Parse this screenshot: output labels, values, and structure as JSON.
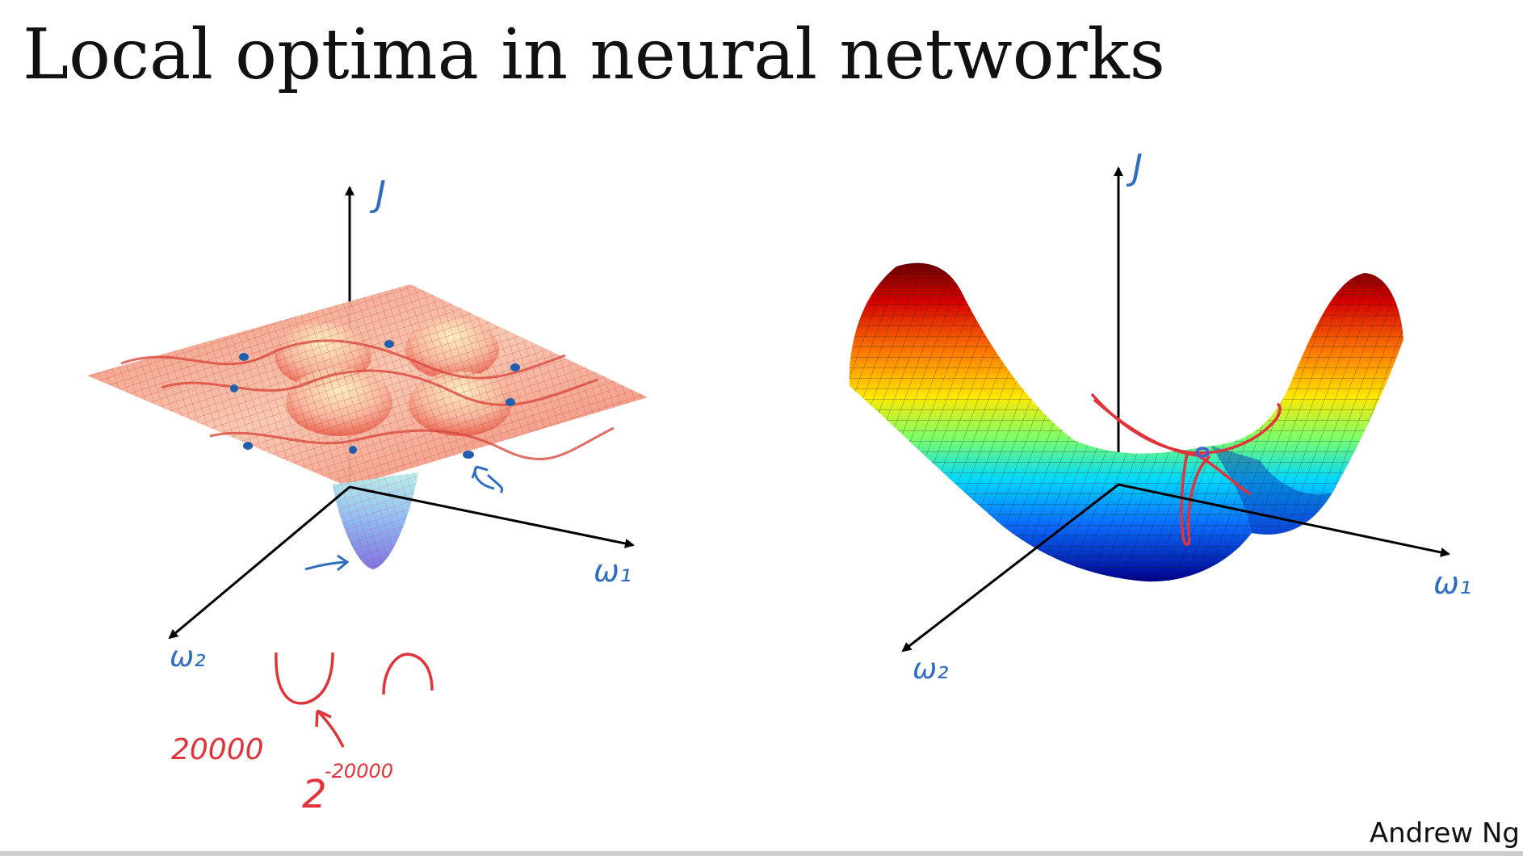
{
  "slide": {
    "title": "Local optima in neural networks",
    "author": "Andrew Ng"
  },
  "left_panel": {
    "axis_j": "J",
    "axis_w1": "ω₁",
    "axis_w2": "ω₂",
    "annotation_count": "20000",
    "annotation_probability_base": "2",
    "annotation_probability_exponent": "-20000"
  },
  "right_panel": {
    "axis_j": "J",
    "axis_w1": "ω₁",
    "axis_w2": "ω₂"
  },
  "colors": {
    "title": "#111111",
    "handwriting_blue": "#2f6ebf",
    "handwriting_red": "#e0343a",
    "mesh_red": "#e8544a",
    "mesh_peach": "#f6b49a"
  }
}
